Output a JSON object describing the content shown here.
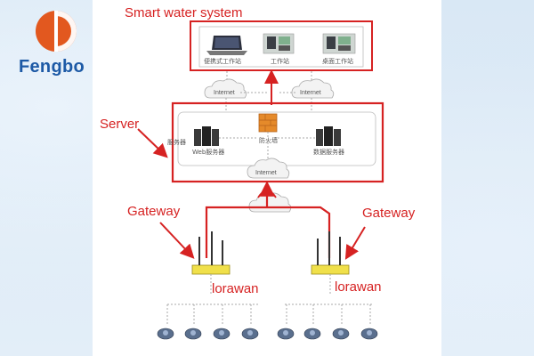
{
  "brand": {
    "name": "Fengbo",
    "icon": "fengbo-logo-icon",
    "text_color": "#1d5aa6",
    "mark_color": "#e2581f"
  },
  "labels": {
    "system": "Smart water system",
    "server": "Server",
    "gateway_left": "Gateway",
    "gateway_right": "Gateway",
    "lorawan_left": "lorawan",
    "lorawan_right": "lorawan"
  },
  "workstations": [
    "便携式工作站",
    "工作站",
    "桌面工作站"
  ],
  "servers": {
    "server": "服务器",
    "web": "Web服务器",
    "firewall": "防火墙",
    "db": "数据服务器"
  },
  "clouds": {
    "left": "Internet",
    "right": "Internet",
    "center": "Internet"
  },
  "colors": {
    "annotation": "#d62222",
    "panel": "#ffffff",
    "background": "#dbe9f6"
  }
}
